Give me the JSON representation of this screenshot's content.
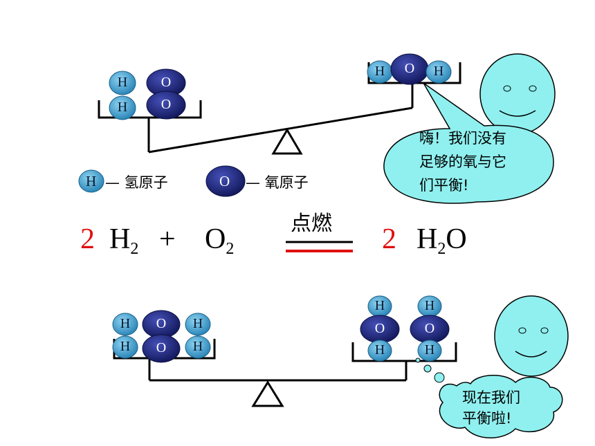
{
  "atoms": {
    "hydrogen": "H",
    "oxygen": "O"
  },
  "legend": {
    "hydrogen_label": "— 氢原子",
    "oxygen_label": "— 氧原子"
  },
  "equation": {
    "coef_h2": "2",
    "h2": "H",
    "h2_sub": "2",
    "plus": "+",
    "o2": "O",
    "o2_sub": "2",
    "condition": "点燃",
    "coef_h2o": "2",
    "h2o_h": "H",
    "h2o_sub": "2",
    "h2o_o": "O"
  },
  "bubble_top": {
    "lines": [
      "嗨！我们没有",
      "足够的氧与它",
      "们平衡!"
    ]
  },
  "bubble_bottom": {
    "lines": [
      "现在我们",
      "平衡啦!"
    ]
  },
  "colors": {
    "hydrogen_fill": "#3fa0cf",
    "oxygen_fill": "#222a80",
    "bubble_fill": "#8ff0ef",
    "coefficient": "#e01010"
  }
}
